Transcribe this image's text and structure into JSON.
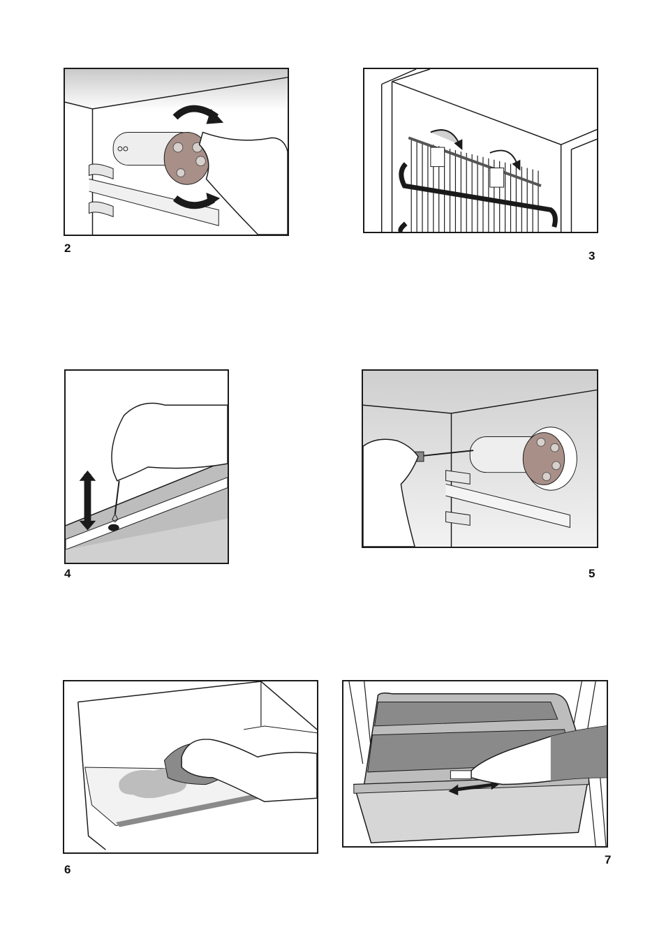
{
  "figures": [
    {
      "id": "2",
      "label": "2",
      "icon": "thermostat-knob-rotate-illustration"
    },
    {
      "id": "3",
      "label": "3",
      "icon": "condenser-spacers-illustration"
    },
    {
      "id": "4",
      "label": "4",
      "icon": "drain-hole-cleaning-illustration"
    },
    {
      "id": "5",
      "label": "5",
      "icon": "lamp-cover-screwdriver-illustration"
    },
    {
      "id": "6",
      "label": "6",
      "icon": "wiping-spill-illustration"
    },
    {
      "id": "7",
      "label": "7",
      "icon": "crisper-slider-illustration"
    }
  ],
  "colors": {
    "line": "#1a1a1a",
    "gray_light": "#e6e6e6",
    "gray_mid": "#bdbdbd",
    "gray_dark": "#8a8a8a",
    "knob": "#a89088"
  }
}
